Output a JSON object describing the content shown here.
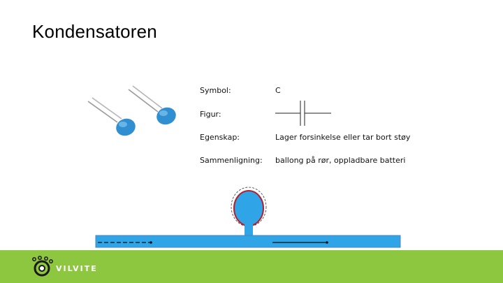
{
  "page": {
    "title": "Kondensatoren"
  },
  "table": {
    "rows": [
      {
        "label": "Symbol:",
        "value": "C"
      },
      {
        "label": "Figur:",
        "value": ""
      },
      {
        "label": "Egenskap:",
        "value": "Lager forsinkelse eller tar bort støy"
      },
      {
        "label": "Sammenligning:",
        "value": "ballong på rør, oppladbare batteri"
      }
    ]
  },
  "footer": {
    "brand": "VILVITE",
    "color": "#8dc63f"
  },
  "colors": {
    "pipe": "#2fa4e7",
    "balloon_outline": "#b52030",
    "capacitor": "#3a9ad9"
  },
  "icons": {
    "logo": "vilvite-logo-icon",
    "capacitor_symbol": "capacitor-symbol-icon"
  }
}
